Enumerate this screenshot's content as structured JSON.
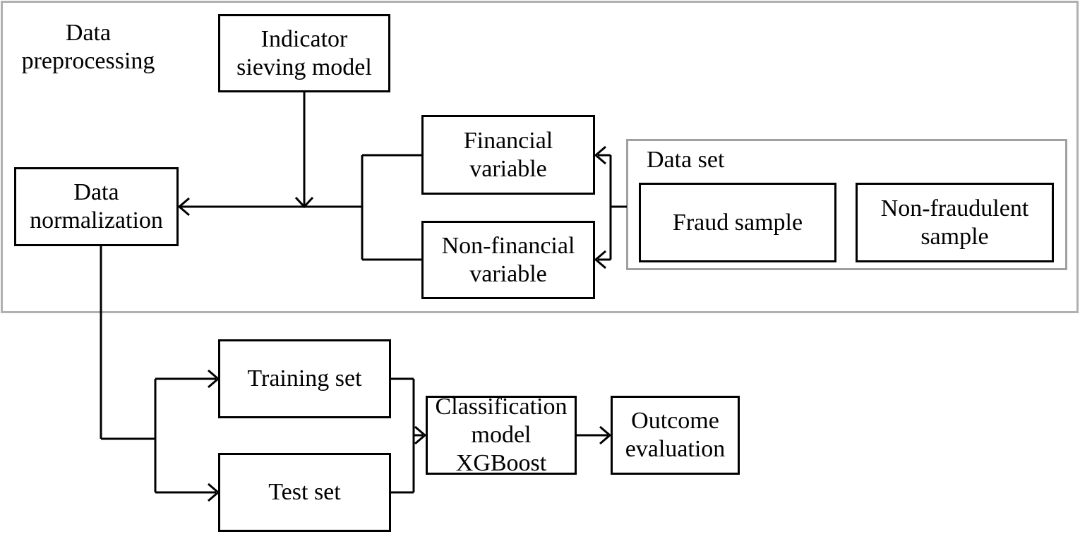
{
  "diagram": {
    "type": "flowchart",
    "stage_label": "Data\npreprocessing",
    "dataset_label": "Data set",
    "nodes": {
      "indicator": {
        "label": "Indicator\nsieving model"
      },
      "normalization": {
        "label": "Data\nnormalization"
      },
      "financial": {
        "label": "Financial\nvariable"
      },
      "nonfinancial": {
        "label": "Non-financial\nvariable"
      },
      "fraud": {
        "label": "Fraud sample"
      },
      "nonfraud": {
        "label": "Non-fraudulent\nsample"
      },
      "training": {
        "label": "Training set"
      },
      "test": {
        "label": "Test set"
      },
      "classification": {
        "label": "Classification\nmodel XGBoost"
      },
      "outcome": {
        "label": "Outcome\nevaluation"
      }
    },
    "edges": [
      {
        "from": "Indicator sieving model",
        "to": "Data normalization",
        "style": "arrow-down-onto-merge-line"
      },
      {
        "from": "Data set",
        "to": "Financial variable",
        "style": "arrow-left"
      },
      {
        "from": "Data set",
        "to": "Non-financial variable",
        "style": "arrow-left"
      },
      {
        "from": "Financial variable",
        "to": "Data normalization",
        "style": "merge-line-arrow-left"
      },
      {
        "from": "Non-financial variable",
        "to": "Data normalization",
        "style": "merge-line-arrow-left"
      },
      {
        "from": "Data normalization",
        "to": "Training set",
        "style": "split-arrow-right"
      },
      {
        "from": "Data normalization",
        "to": "Test set",
        "style": "split-arrow-right"
      },
      {
        "from": "Training set",
        "to": "Classification model XGBoost",
        "style": "merge-line-arrow-right"
      },
      {
        "from": "Test set",
        "to": "Classification model XGBoost",
        "style": "merge-line-arrow-right"
      },
      {
        "from": "Classification model XGBoost",
        "to": "Outcome evaluation",
        "style": "arrow-right"
      }
    ],
    "colors": {
      "line": "#000000",
      "text": "#000000",
      "node_border": "#000000",
      "stage_container_border": "#b0b0b0",
      "dataset_container_border": "#a0a0a0",
      "background": "#ffffff"
    }
  }
}
